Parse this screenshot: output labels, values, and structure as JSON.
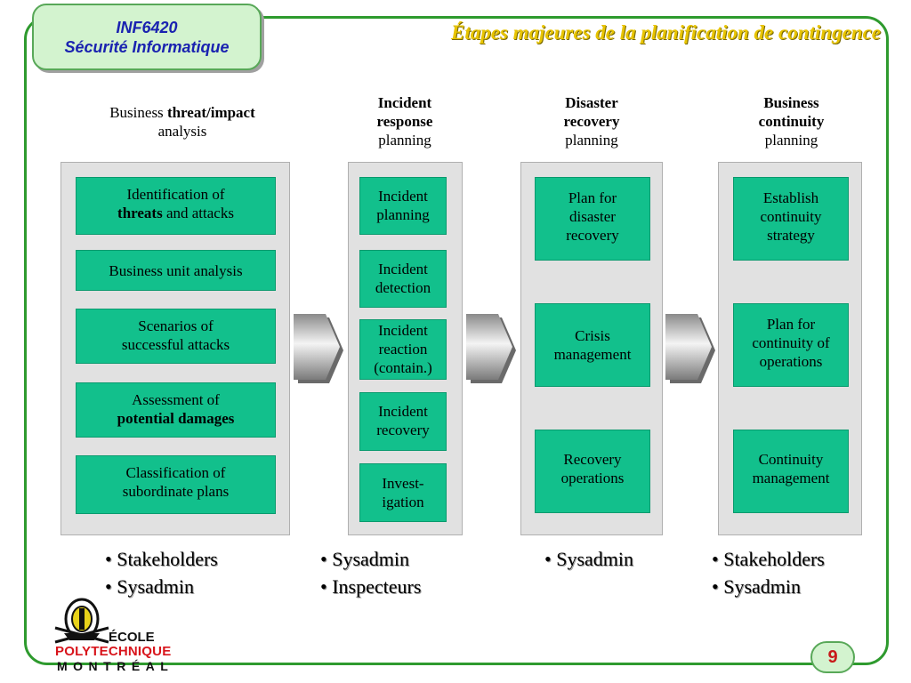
{
  "course": {
    "code": "INF6420",
    "name": "Sécurité Informatique"
  },
  "title": "Étapes majeures de la planification de contingence",
  "columns": [
    {
      "header": {
        "pre": "Business ",
        "bold": "threat/impact",
        "post": "analysis"
      },
      "boxes": [
        {
          "line1": "Identification of",
          "bold": "threats",
          "rest": " and attacks"
        },
        {
          "text": "Business unit analysis"
        },
        {
          "line1": "Scenarios of",
          "line2": "successful attacks"
        },
        {
          "line1": "Assessment of",
          "bold": "potential damages"
        },
        {
          "line1": "Classification of",
          "line2": "subordinate plans"
        }
      ],
      "people": [
        "• Stakeholders",
        "• Sysadmin"
      ]
    },
    {
      "header": {
        "bold1": "Incident",
        "bold2": "response",
        "normal": "planning"
      },
      "boxes": [
        {
          "line1": "Incident",
          "line2": "planning"
        },
        {
          "line1": "Incident",
          "line2": "detection"
        },
        {
          "line1": "Incident",
          "line2": "reaction",
          "line3": "(contain.)"
        },
        {
          "line1": "Incident",
          "line2": "recovery"
        },
        {
          "line1": "Invest-",
          "line2": "igation"
        }
      ],
      "people": [
        "• Sysadmin",
        "• Inspecteurs"
      ]
    },
    {
      "header": {
        "bold1": "Disaster",
        "bold2": "recovery",
        "normal": "planning"
      },
      "boxes": [
        {
          "line1": "Plan for",
          "line2": "disaster",
          "line3": "recovery"
        },
        {
          "line1": "Crisis",
          "line2": "management"
        },
        {
          "line1": "Recovery",
          "line2": "operations"
        }
      ],
      "people": [
        "• Sysadmin"
      ]
    },
    {
      "header": {
        "bold1": "Business",
        "bold2": "continuity",
        "normal": "planning"
      },
      "boxes": [
        {
          "line1": "Establish",
          "line2": "continuity",
          "line3": "strategy"
        },
        {
          "line1": "Plan for",
          "line2": "continuity of",
          "line3": "operations"
        },
        {
          "line1": "Continuity",
          "line2": "management"
        }
      ],
      "people": [
        "• Stakeholders",
        "• Sysadmin"
      ]
    }
  ],
  "logo": {
    "ecole": "ÉCOLE",
    "poly": "POLYTECHNIQUE",
    "montreal": "MONTRÉAL"
  },
  "page_number": "9",
  "colors": {
    "frame": "#2e9a2e",
    "box": "#12c08c",
    "title": "#e8c400",
    "course_text": "#1a22b0",
    "page_number": "#c81a1a"
  }
}
